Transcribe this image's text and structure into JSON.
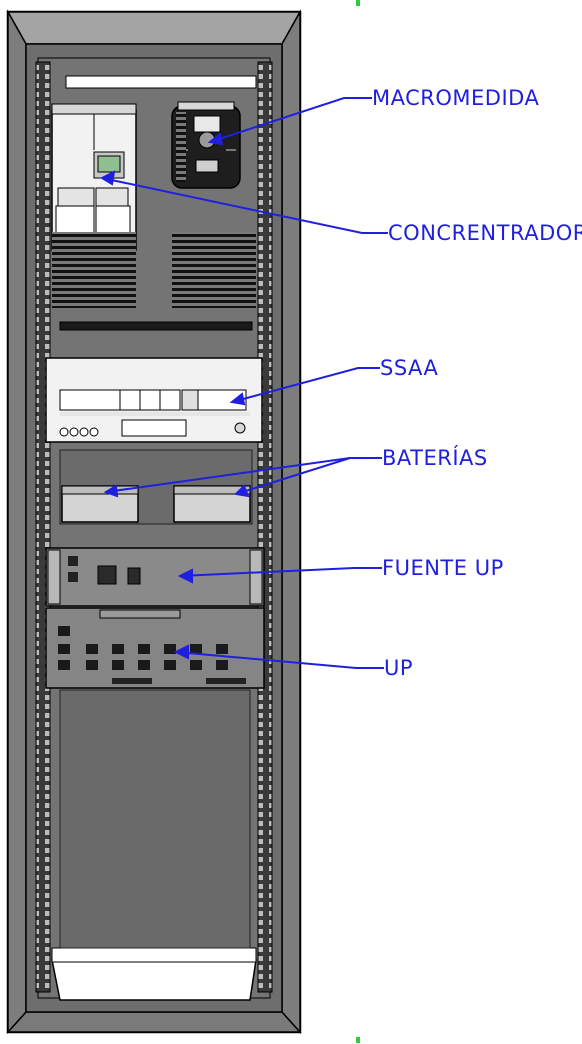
{
  "colors": {
    "cabinet_frame": "#8c8c8c",
    "cabinet_inner": "#6e6e6e",
    "rack_rail": "#2a2a2a",
    "label_blue": "#1f1fe0",
    "panel_white": "#f2f2f2"
  },
  "labels": {
    "macromedida": "MACROMEDIDA",
    "concentrador": "CONCRENTRADOR",
    "ssaa": "SSAA",
    "baterias": "BATERÍAS",
    "fuente_up": "FUENTE UP",
    "up": "UP"
  }
}
